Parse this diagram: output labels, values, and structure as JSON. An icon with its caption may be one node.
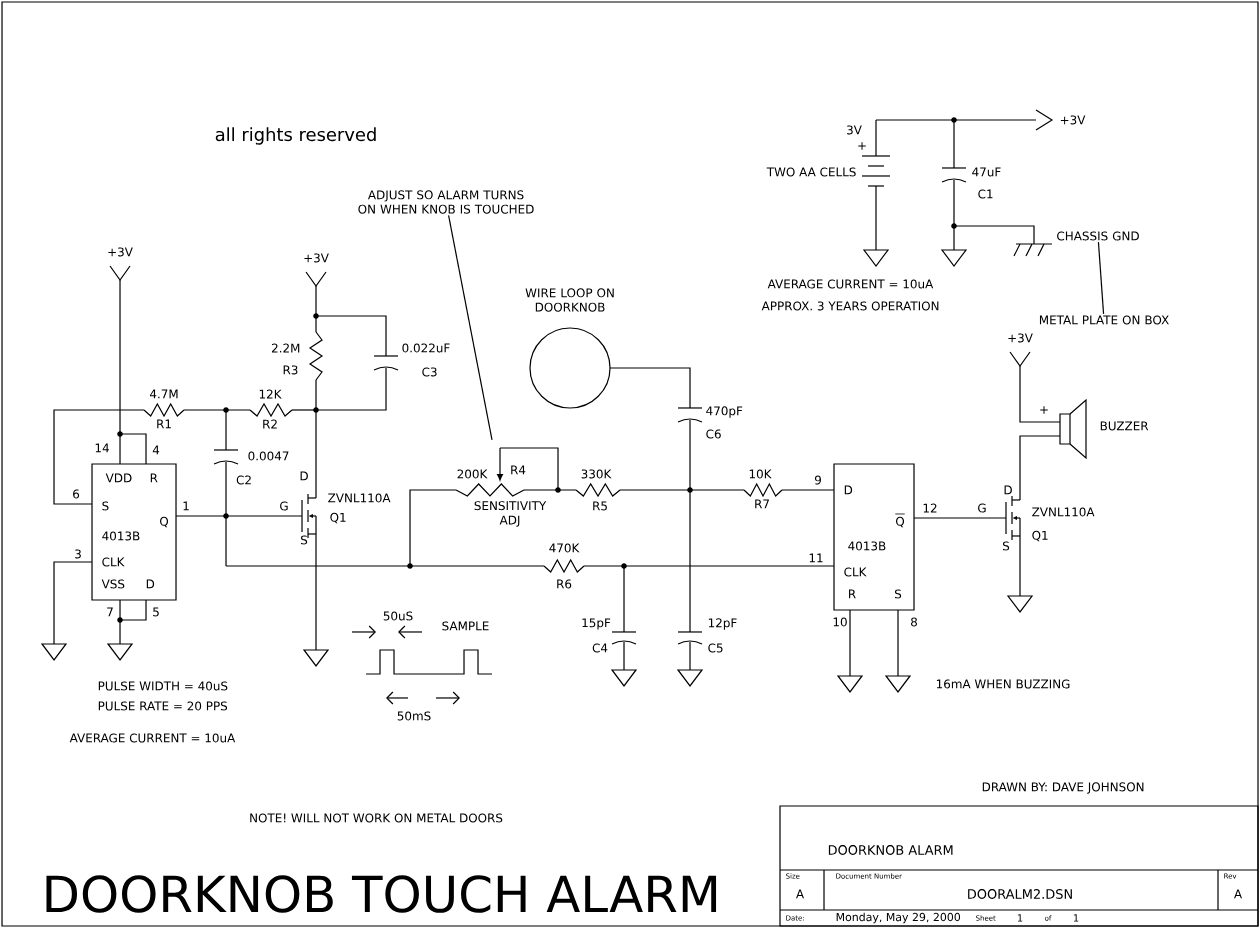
{
  "diagram": {
    "title": "DOORKNOB TOUCH ALARM",
    "nodes": [
      {
        "text": [
          "VDD",
          "R",
          "S",
          "Q",
          "4013B",
          "CLK",
          "VSS",
          "D"
        ],
        "beside": [
          "14",
          "4",
          "6",
          "1",
          "3",
          "7",
          "5"
        ]
      },
      {
        "text": [
          "D",
          "Q",
          "4013B",
          "CLK",
          "R",
          "S"
        ],
        "beside": [
          "9",
          "12",
          "11",
          "10",
          "8"
        ]
      },
      {
        "text": [],
        "shape": "circle",
        "beside": [
          "WIRE LOOP ON DOORKNOB"
        ]
      },
      {
        "text": [
          "ADJUST SO ALARM TURNS ON WHEN KNOB IS TOUCHED"
        ]
      },
      {
        "text": [
          "METAL PLATE ON BOX"
        ]
      },
      {
        "text": [
          "CHASSIS GND"
        ]
      }
    ],
    "edges": [
      {
        "from": 3,
        "to": null,
        "arrow": "none"
      },
      {
        "from": 4,
        "to": 5,
        "arrow": "none"
      }
    ],
    "labels": [
      "all rights reserved",
      "+3V",
      "3V",
      "+",
      "TWO AA CELLS",
      "47uF",
      "C1",
      "AVERAGE CURRENT = 10uA",
      "APPROX. 3 YEARS OPERATION",
      "+3V",
      "+3V",
      "2.2M",
      "R3",
      "0.022uF",
      "C3",
      "4.7M",
      "R1",
      "12K",
      "R2",
      "0.0047",
      "C2",
      "D",
      "ZVNL110A",
      "G",
      "Q1",
      "S",
      "200K",
      "R4",
      "330K",
      "SENSITIVITY ADJ",
      "R5",
      "470pF",
      "C6",
      "10K",
      "R7",
      "470K",
      "R6",
      "15pF",
      "C4",
      "12pF",
      "C5",
      "+3V",
      "+",
      "BUZZER",
      "D",
      "ZVNL110A",
      "G",
      "Q1",
      "S",
      "50uS",
      "SAMPLE",
      "50mS",
      "16mA WHEN BUZZING",
      "PULSE WIDTH = 40uS",
      "PULSE RATE = 20 PPS",
      "AVERAGE CURRENT = 10uA",
      "NOTE!  WILL NOT WORK ON METAL DOORS",
      "DRAWN BY: DAVE JOHNSON",
      "DOORKNOB ALARM",
      "Size",
      "A",
      "Document Number",
      "DOORALM2.DSN",
      "Rev",
      "A",
      "Date:",
      "Monday, May 29, 2000",
      "Sheet",
      "1",
      "of",
      "1"
    ]
  }
}
